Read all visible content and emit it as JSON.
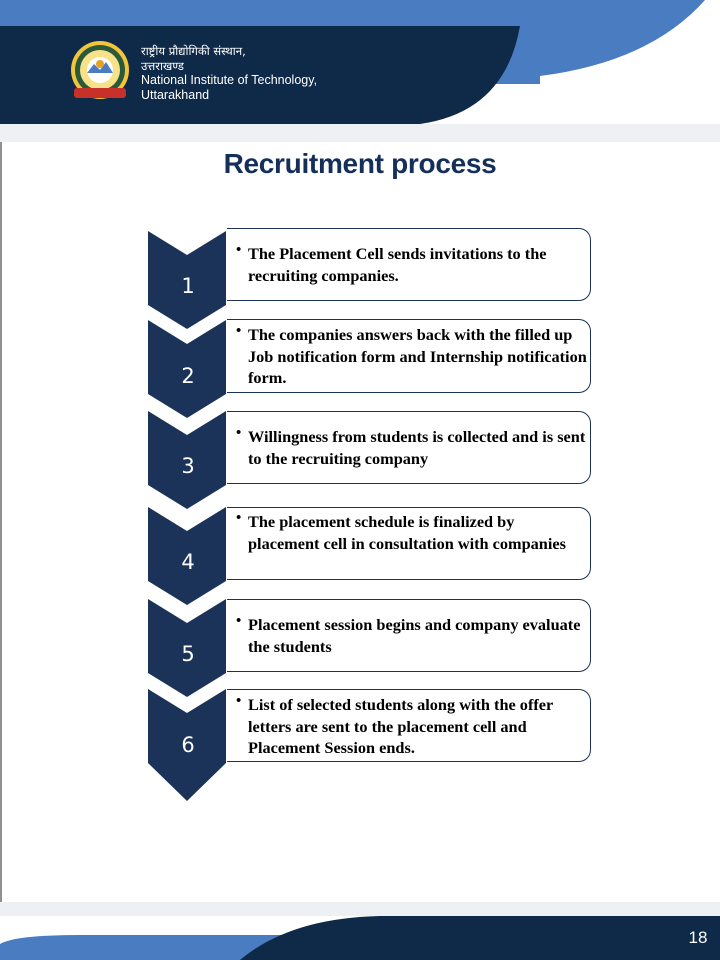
{
  "header": {
    "hindi_line1": "राष्ट्रीय प्रौद्योगिकी संस्थान,",
    "hindi_line2": "उत्तराखण्ड",
    "english_line1": "National Institute of Technology,",
    "english_line2": "Uttarakhand"
  },
  "title": "Recruitment process",
  "steps": [
    {
      "number": "1",
      "text": "The Placement Cell sends invitations to the recruiting companies."
    },
    {
      "number": "2",
      "text": "The companies answers back with the filled up Job notification form and Internship notification form."
    },
    {
      "number": "3",
      "text": "Willingness from students is collected and is sent to the recruiting company"
    },
    {
      "number": "4",
      "text": "The placement schedule is finalized by placement cell in consultation with companies"
    },
    {
      "number": "5",
      "text": "Placement session begins and company evaluate the students"
    },
    {
      "number": "6",
      "text": "List of selected students along with the offer letters are sent to the placement cell and Placement Session ends."
    }
  ],
  "page_number": "18",
  "colors": {
    "navy": "#0f2a48",
    "blue": "#4a7cc2",
    "chevron": "#1b3358"
  }
}
